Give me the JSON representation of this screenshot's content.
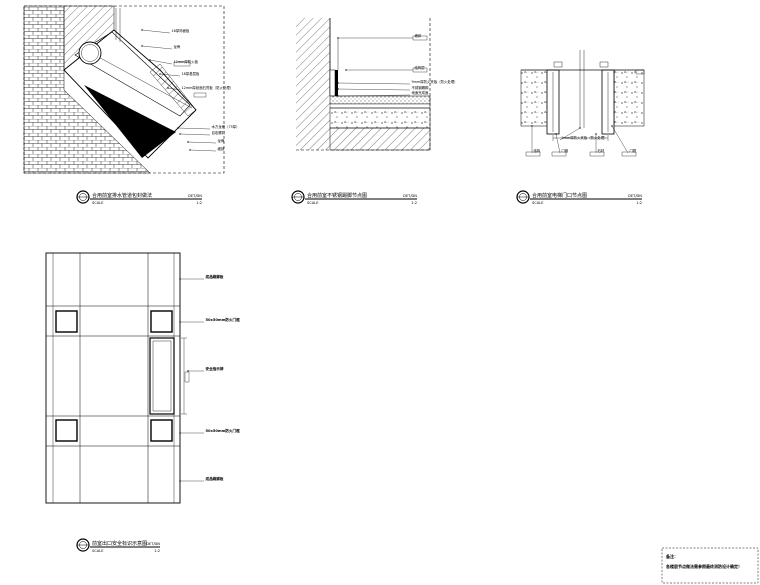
{
  "details": [
    {
      "title": "合用前室排水管道包封做法",
      "scale_label": "SCALE",
      "scale": "1:2",
      "code": "DET/DN",
      "annotations": [
        "18厚饰面板",
        "龙骨",
        "12mm厚防火板",
        "18厚基层板",
        "12mm厚纸面石膏板（防火处理）",
        "木方龙骨（75厚）",
        "自攻螺钉",
        "龙骨",
        "细部"
      ]
    },
    {
      "title": "合用前室不锈钢踢脚节点图",
      "scale_label": "SCALE",
      "scale": "1:2",
      "code": "DET/DN",
      "annotations": [
        "墙体",
        "结构层",
        "9mm厚防火夹板（防火处理）",
        "不锈钢踢脚",
        "地面完成面"
      ]
    },
    {
      "title": "合用前室电梯门口节点图",
      "scale_label": "SCALE",
      "scale": "1:2",
      "code": "DET/DN",
      "annotations": [
        "结构",
        "门套",
        "石材",
        "门框",
        "9mm厚防火夹板（防火处理）"
      ]
    },
    {
      "title": "前室出口安全标识示意图",
      "scale_label": "SCALE",
      "scale": "1:2",
      "code": "DET/DN",
      "annotations": [
        "成品踢脚板",
        "50x50mm防火门框",
        "安全指示牌",
        "50x50mm防火门框",
        "成品踢脚板"
      ]
    }
  ],
  "note": {
    "heading": "备注：",
    "text": "各楼层节点做法需参照最终消防设计确定！"
  }
}
